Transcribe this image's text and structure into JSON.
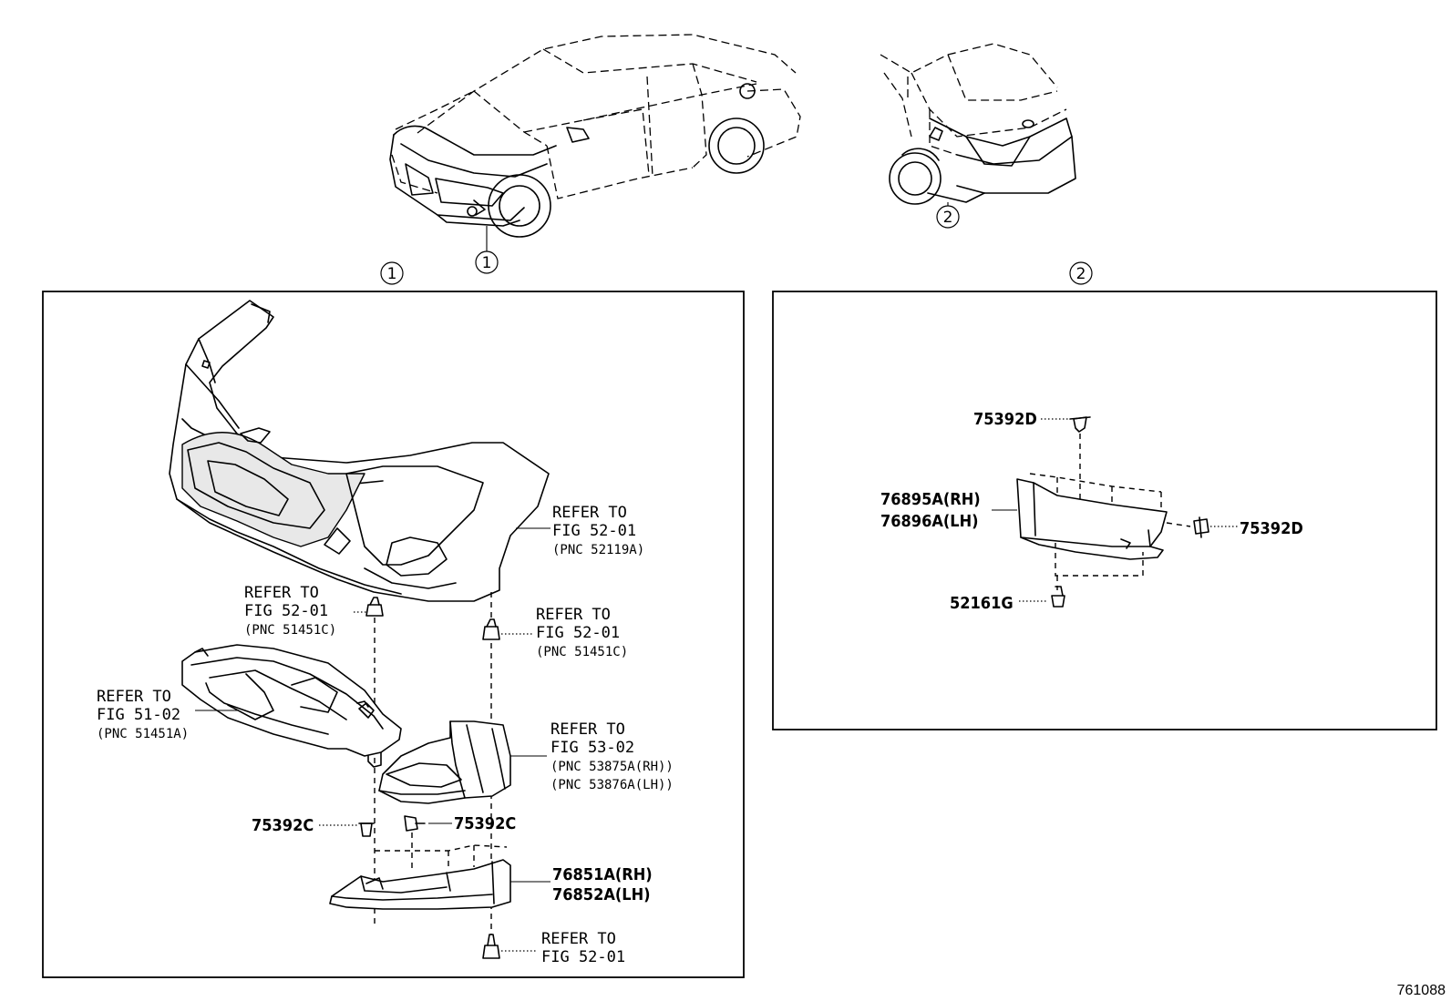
{
  "figure_number": "761088",
  "callout_markers": {
    "front": "1",
    "rear": "2"
  },
  "front_panel": {
    "refs": [
      {
        "id": "ref-front-bumper",
        "lines": [
          "REFER TO",
          "FIG 52-01",
          "(PNC 52119A)"
        ]
      },
      {
        "id": "ref-clip-left",
        "lines": [
          "REFER TO",
          "FIG 52-01",
          "(PNC 51451C)"
        ]
      },
      {
        "id": "ref-clip-right",
        "lines": [
          "REFER TO",
          "FIG 52-01",
          "(PNC 51451C)"
        ]
      },
      {
        "id": "ref-under-cover",
        "lines": [
          "REFER TO",
          "FIG 51-02",
          "(PNC 51451A)"
        ]
      },
      {
        "id": "ref-side-cover",
        "lines": [
          "REFER TO",
          "FIG 53-02",
          "(PNC 53875A(RH))",
          "(PNC 53876A(LH))"
        ]
      },
      {
        "id": "ref-screw",
        "lines": [
          "REFER TO",
          "FIG 52-01"
        ]
      }
    ],
    "parts": {
      "clip_left": "75392C",
      "clip_right": "75392C",
      "spoiler_rh": "76851A(RH)",
      "spoiler_lh": "76852A(LH)"
    }
  },
  "rear_panel": {
    "parts": {
      "clip_top": "75392D",
      "clip_side": "75392D",
      "spoiler_rh": "76895A(RH)",
      "spoiler_lh": "76896A(LH)",
      "screw": "52161G"
    }
  }
}
